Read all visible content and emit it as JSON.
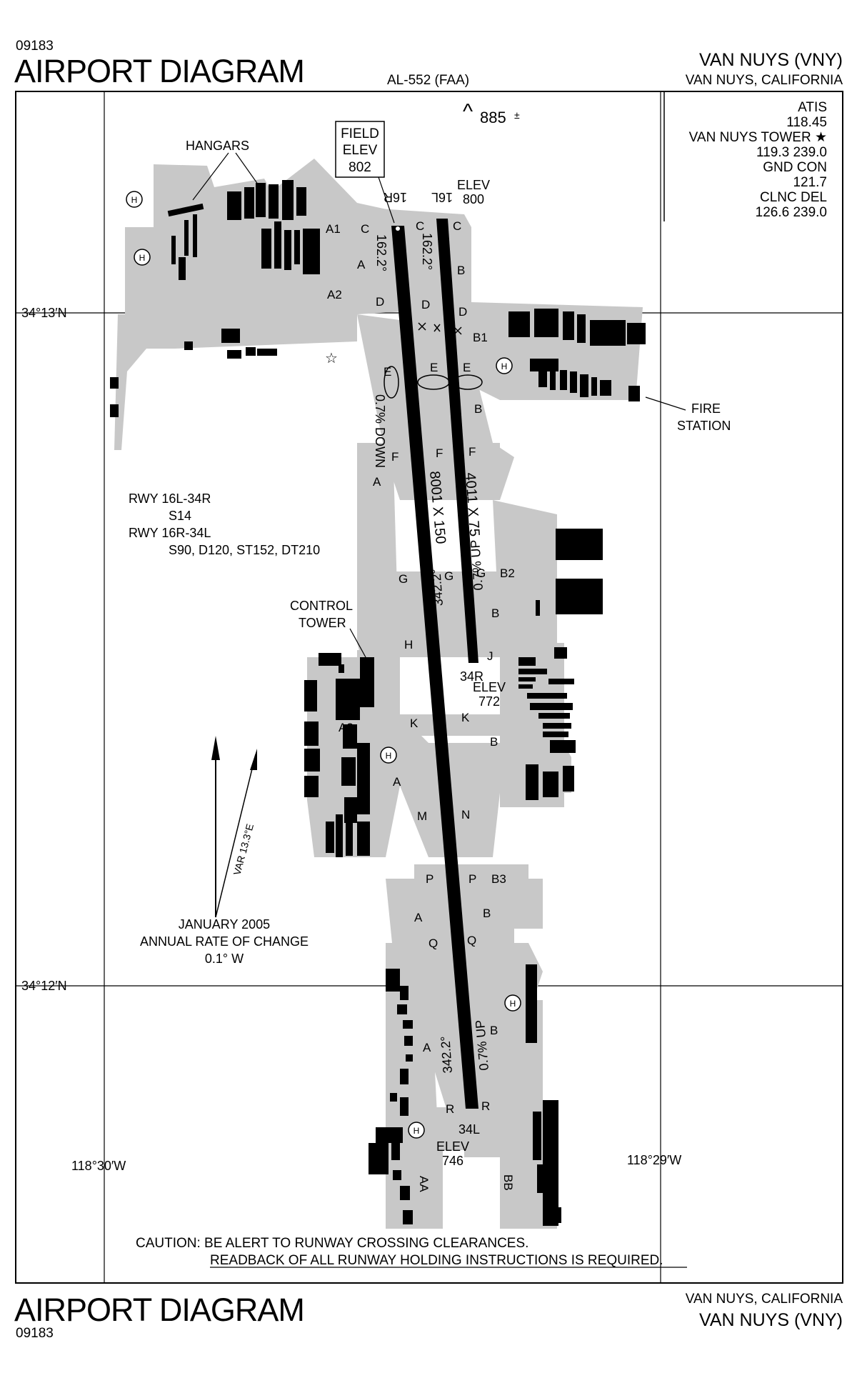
{
  "header": {
    "chart_number": "09183",
    "title": "AIRPORT DIAGRAM",
    "al_number": "AL-552 (FAA)",
    "airport_name": "VAN NUYS (VNY)",
    "city_state": "VAN NUYS, CALIFORNIA"
  },
  "footer": {
    "title": "AIRPORT DIAGRAM",
    "chart_number": "09183",
    "city_state": "VAN NUYS, CALIFORNIA",
    "airport_name": "VAN NUYS (VNY)"
  },
  "frequencies": [
    "ATIS",
    "118.45",
    "VAN NUYS TOWER ★",
    "119.3  239.0",
    "GND CON",
    "121.7",
    "CLNC DEL",
    "126.6  239.0"
  ],
  "obstacle": "885",
  "field_elev": [
    "FIELD",
    "ELEV",
    "802"
  ],
  "lat_lon": {
    "lat_top": "34°13′N",
    "lat_bottom": "34°12′N",
    "lon_left": "118°30′W",
    "lon_right": "118°29′W"
  },
  "runways": {
    "main": {
      "label": "8001 X 150",
      "end_north": "16R",
      "end_south": "34L",
      "heading_north": "162.2°",
      "heading_south": "342.2°",
      "slope_north": "0.7% DOWN",
      "slope_south": "0.7% UP",
      "elev_south": [
        "ELEV",
        "746"
      ]
    },
    "secondary": {
      "label": "4011 X 75",
      "end_north": "16L",
      "end_south": "34R",
      "heading_north": "162.2°",
      "heading_south": "342.2°",
      "slope": "0.7% UP",
      "elev_north": [
        "ELEV",
        "800"
      ],
      "elev_south": [
        "ELEV",
        "772"
      ]
    }
  },
  "runway_info": [
    "RWY 16L-34R",
    "S14",
    "RWY 16R-34L",
    "S90, D120, ST152, DT210"
  ],
  "features": {
    "hangars": "HANGARS",
    "control_tower": [
      "CONTROL",
      "TOWER"
    ],
    "fire_station": [
      "FIRE",
      "STATION"
    ],
    "var": "VAR 13.3°E",
    "magnetic": [
      "JANUARY 2005",
      "ANNUAL RATE OF CHANGE",
      "0.1° W"
    ]
  },
  "taxiways": [
    {
      "id": "tw-a1",
      "label": "A1"
    },
    {
      "id": "tw-c-1",
      "label": "C"
    },
    {
      "id": "tw-c-2",
      "label": "C"
    },
    {
      "id": "tw-c-3",
      "label": "C"
    },
    {
      "id": "tw-a-1",
      "label": "A"
    },
    {
      "id": "tw-b-1",
      "label": "B"
    },
    {
      "id": "tw-a2",
      "label": "A2"
    },
    {
      "id": "tw-d-1",
      "label": "D"
    },
    {
      "id": "tw-d-2",
      "label": "D"
    },
    {
      "id": "tw-d-3",
      "label": "D"
    },
    {
      "id": "tw-b1",
      "label": "B1"
    },
    {
      "id": "tw-e-1",
      "label": "E"
    },
    {
      "id": "tw-e-2",
      "label": "E"
    },
    {
      "id": "tw-e-3",
      "label": "E"
    },
    {
      "id": "tw-b-2",
      "label": "B"
    },
    {
      "id": "tw-f-1",
      "label": "F"
    },
    {
      "id": "tw-f-2",
      "label": "F"
    },
    {
      "id": "tw-f-3",
      "label": "F"
    },
    {
      "id": "tw-a-2",
      "label": "A"
    },
    {
      "id": "tw-g-1",
      "label": "G"
    },
    {
      "id": "tw-g-2",
      "label": "G"
    },
    {
      "id": "tw-g-3",
      "label": "G"
    },
    {
      "id": "tw-b2",
      "label": "B2"
    },
    {
      "id": "tw-b-3",
      "label": "B"
    },
    {
      "id": "tw-h",
      "label": "H"
    },
    {
      "id": "tw-j",
      "label": "J"
    },
    {
      "id": "tw-a3",
      "label": "A3"
    },
    {
      "id": "tw-k-1",
      "label": "K"
    },
    {
      "id": "tw-k-2",
      "label": "K"
    },
    {
      "id": "tw-b-4",
      "label": "B"
    },
    {
      "id": "tw-a-3",
      "label": "A"
    },
    {
      "id": "tw-m",
      "label": "M"
    },
    {
      "id": "tw-n",
      "label": "N"
    },
    {
      "id": "tw-p-1",
      "label": "P"
    },
    {
      "id": "tw-p-2",
      "label": "P"
    },
    {
      "id": "tw-b3",
      "label": "B3"
    },
    {
      "id": "tw-a-4",
      "label": "A"
    },
    {
      "id": "tw-q-1",
      "label": "Q"
    },
    {
      "id": "tw-q-2",
      "label": "Q"
    },
    {
      "id": "tw-b-5",
      "label": "B"
    },
    {
      "id": "tw-b-6",
      "label": "B"
    },
    {
      "id": "tw-a-5",
      "label": "A"
    },
    {
      "id": "tw-r-1",
      "label": "R"
    },
    {
      "id": "tw-r-2",
      "label": "R"
    },
    {
      "id": "tw-aa",
      "label": "AA"
    },
    {
      "id": "tw-bb",
      "label": "BB"
    }
  ],
  "helipad_symbol": "H",
  "caution": [
    "CAUTION: BE ALERT TO RUNWAY CROSSING CLEARANCES.",
    "READBACK OF ALL RUNWAY HOLDING INSTRUCTIONS IS REQUIRED."
  ]
}
